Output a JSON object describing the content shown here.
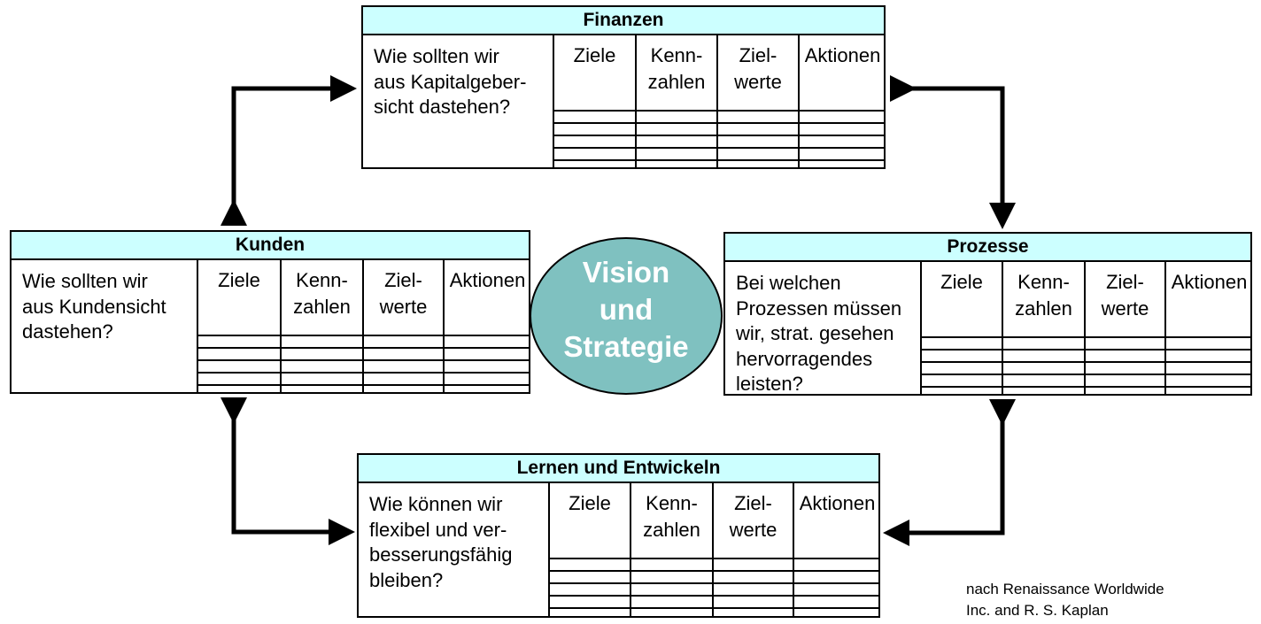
{
  "columns": [
    "Ziele",
    "Kenn-\nzahlen",
    "Ziel-\nwerte",
    "Aktionen"
  ],
  "perspectives": [
    {
      "id": "finanzen",
      "title": "Finanzen",
      "question": "Wie sollten wir aus Kapitalgeber-sicht dastehen?",
      "question_lines": [
        "Wie sollten wir",
        "aus Kapitalgeber-",
        "sicht dastehen?"
      ]
    },
    {
      "id": "kunden",
      "title": "Kunden",
      "question": "Wie sollten wir aus Kundensicht dastehen?",
      "question_lines": [
        "Wie sollten wir",
        "aus Kundensicht",
        "dastehen?"
      ]
    },
    {
      "id": "prozesse",
      "title": "Prozesse",
      "question": "Bei welchen Prozessen müssen wir, strat. gesehen hervorragendes leisten?",
      "question_lines": [
        "Bei welchen",
        "Prozessen müssen",
        "wir, strat. gesehen",
        "hervorragendes",
        "leisten?"
      ]
    },
    {
      "id": "lernen",
      "title": "Lernen und Entwickeln",
      "question": "Wie können wir flexibel und ver-besserungsfähig bleiben?",
      "question_lines": [
        "Wie können wir",
        "flexibel und ver-",
        "besserungsfähig",
        "bleiben?"
      ]
    }
  ],
  "center": {
    "lines": [
      "Vision",
      "und",
      "Strategie"
    ],
    "fill": "#7fc1c0"
  },
  "source": {
    "line1": "nach Renaissance Worldwide",
    "line2": "Inc. and R. S. Kaplan"
  },
  "colors": {
    "header": "#ccffff"
  }
}
